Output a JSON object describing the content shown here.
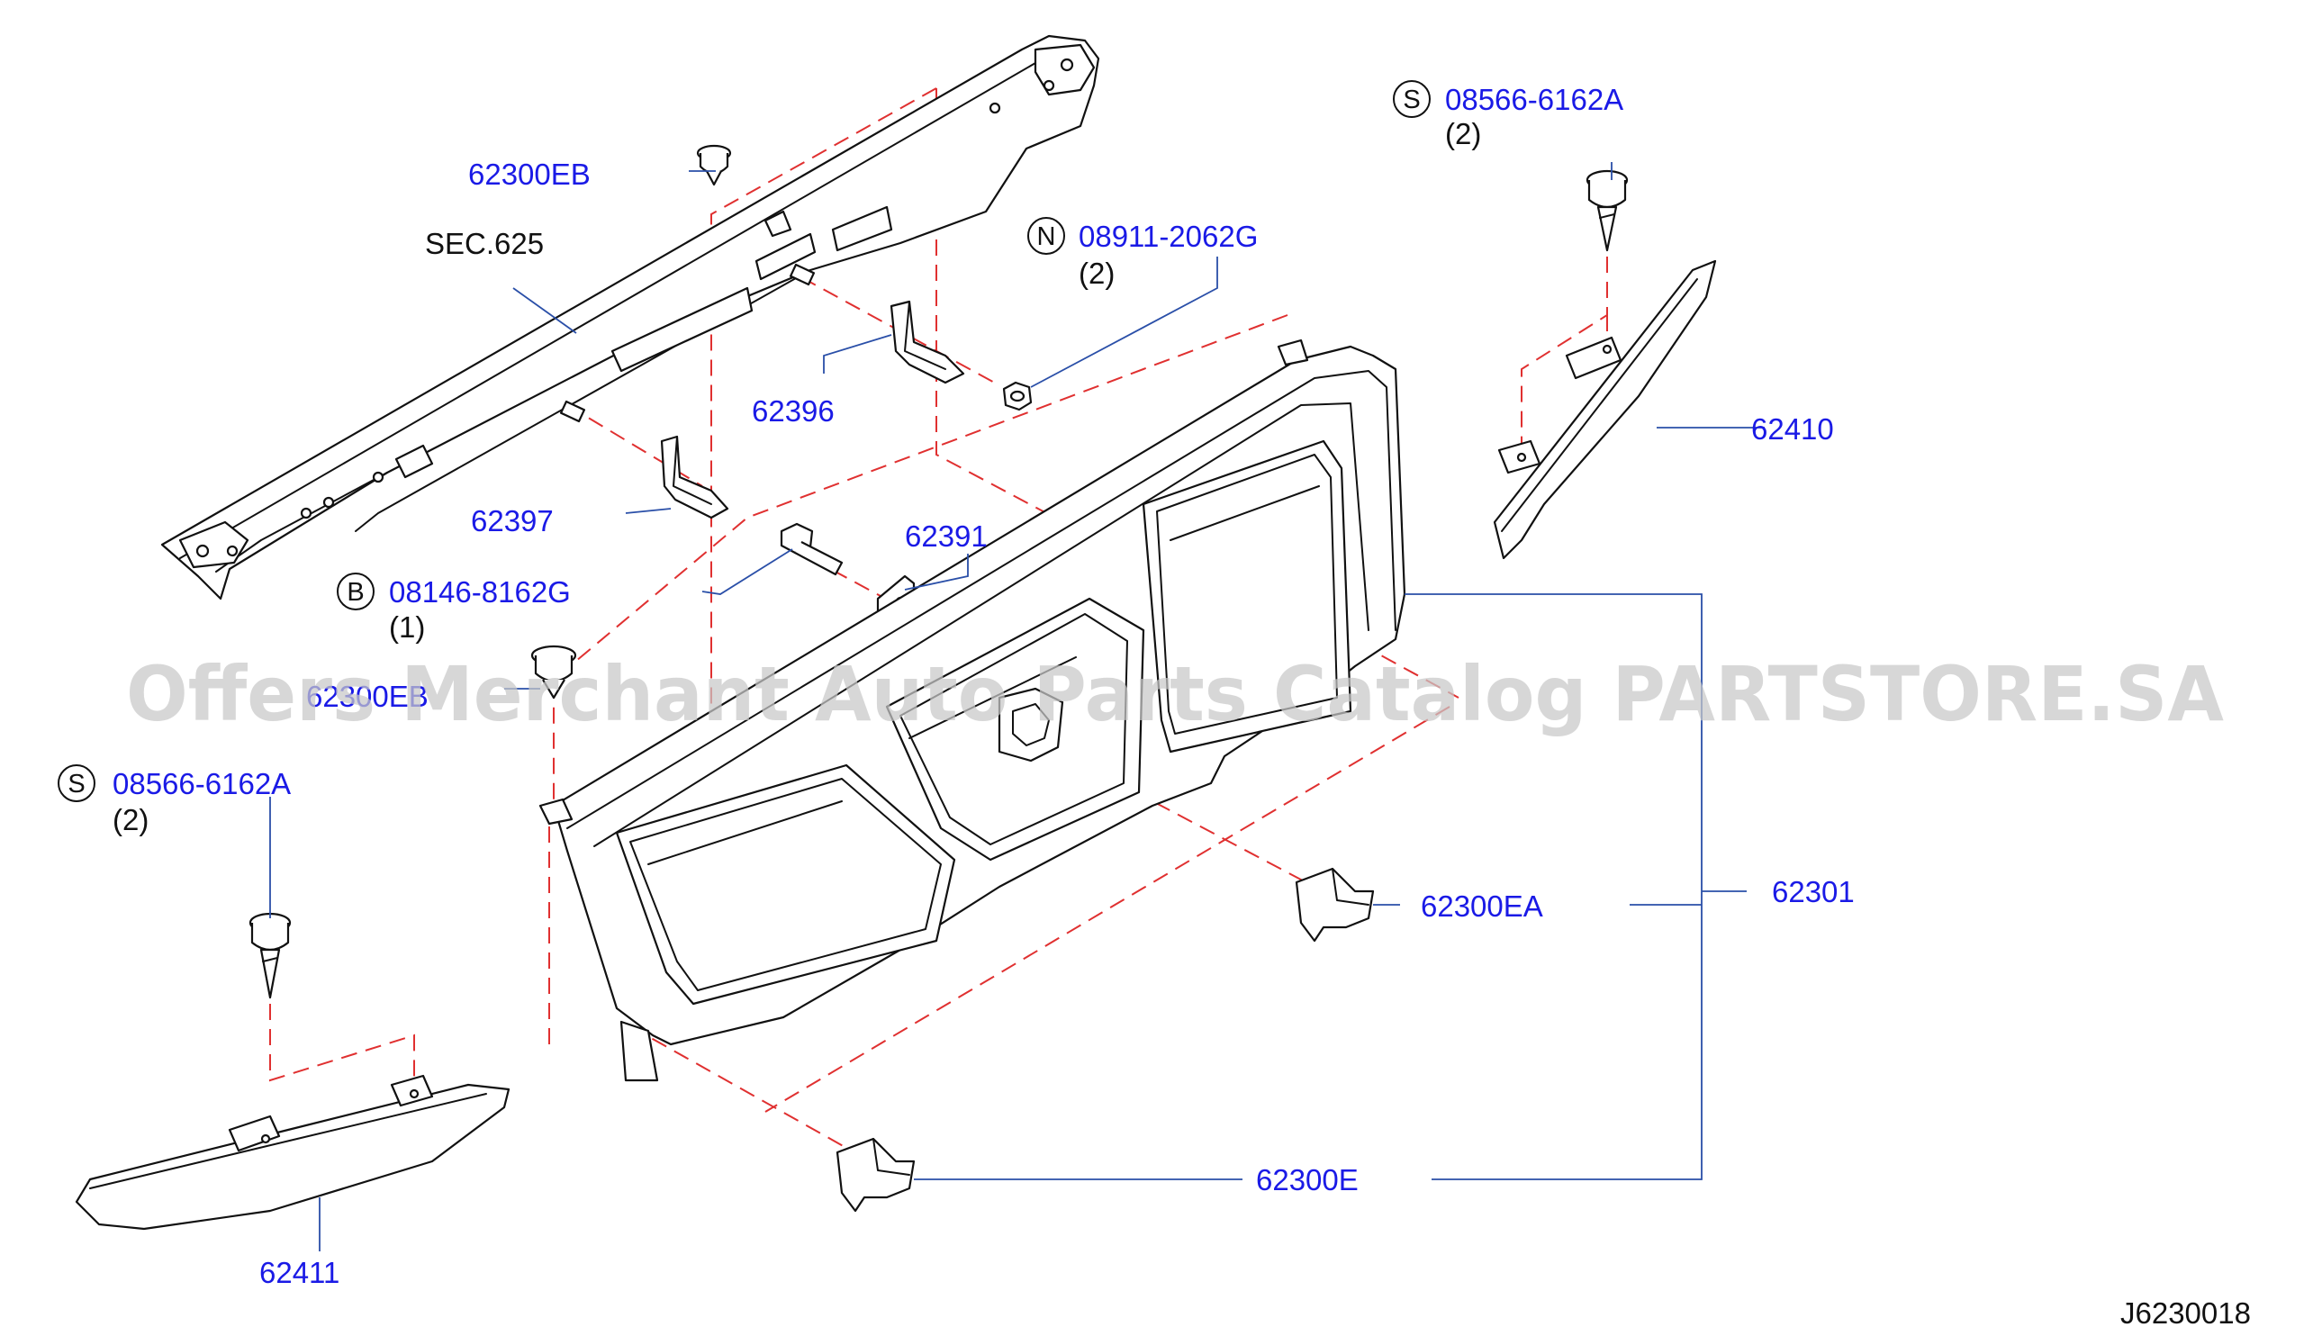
{
  "labels": {
    "p62300EB_top": "62300EB",
    "sec625": "SEC.625",
    "s_right_code": "08566-6162A",
    "s_right_qty": "(2)",
    "n_code": "08911-2062G",
    "n_qty": "(2)",
    "p62396": "62396",
    "p62410": "62410",
    "p62397": "62397",
    "p62391": "62391",
    "b_code": "08146-8162G",
    "b_qty": "(1)",
    "p62300EB_mid": "62300EB",
    "s_left_code": "08566-6162A",
    "s_left_qty": "(2)",
    "p62300EA": "62300EA",
    "p62301": "62301",
    "p62300E": "62300E",
    "p62411": "62411",
    "diagram_code": "J6230018"
  },
  "badges": {
    "s_right": "S",
    "n": "N",
    "b": "B",
    "s_left": "S"
  },
  "watermark": "Offers Merchant Auto Parts Catalog PARTSTORE.SA",
  "colors": {
    "part_number": "#1a1ae6",
    "dash_line": "#e03030",
    "leader_line": "#2a4fa8",
    "watermark": "#c9c9c9"
  }
}
